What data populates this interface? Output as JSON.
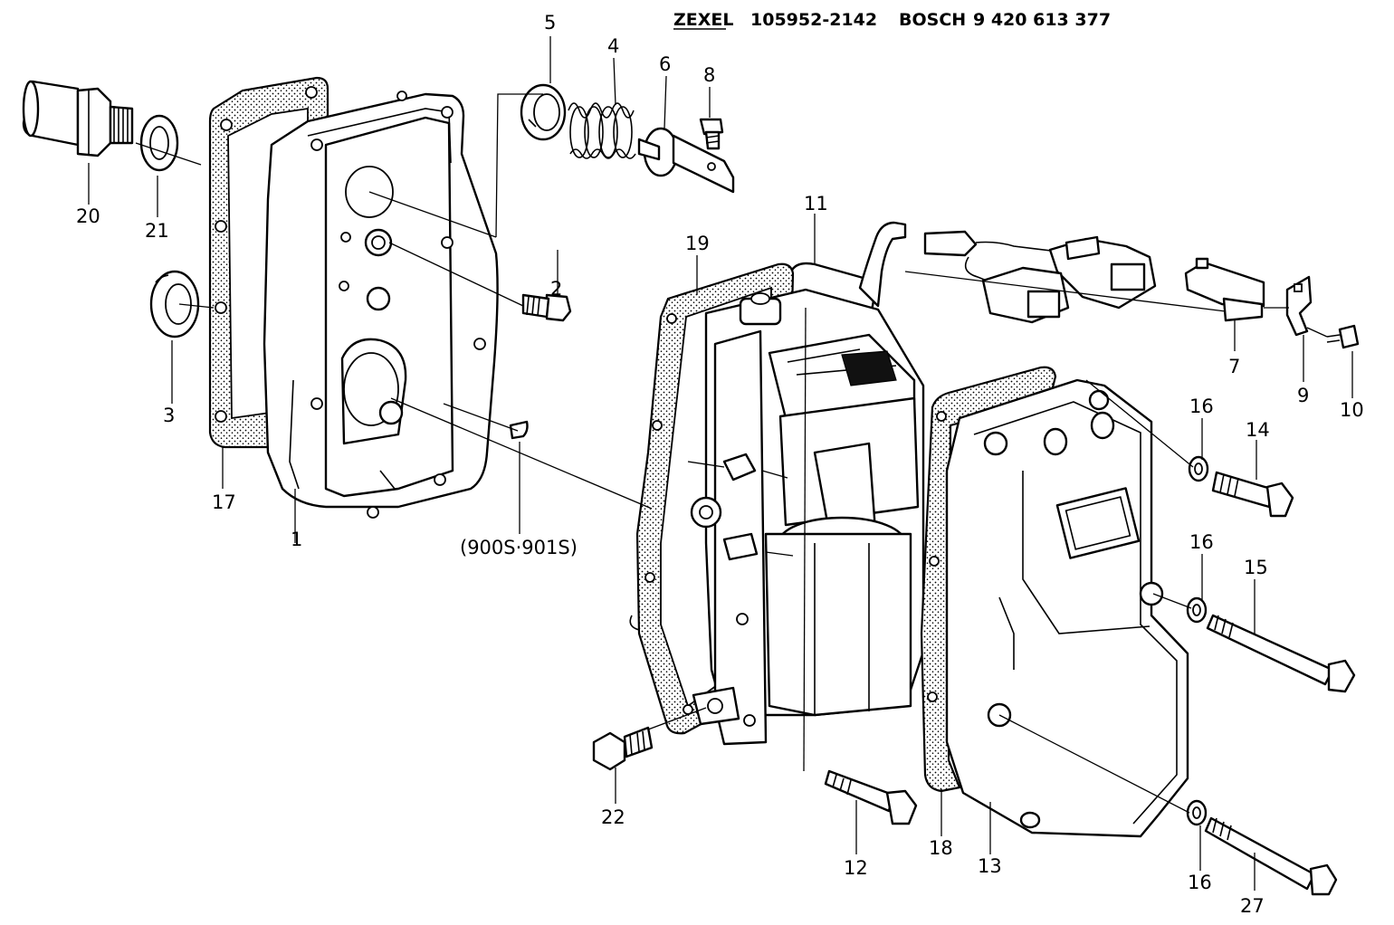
{
  "header": {
    "maker": "ZEXEL",
    "zexel_number": "105952-2142",
    "brand": "BOSCH",
    "bosch_number": "9 420 613 377"
  },
  "callouts": [
    {
      "id": "c1",
      "text": "1"
    },
    {
      "id": "c2",
      "text": "2"
    },
    {
      "id": "c3",
      "text": "3"
    },
    {
      "id": "c4",
      "text": "4"
    },
    {
      "id": "c5",
      "text": "5"
    },
    {
      "id": "c6",
      "text": "6"
    },
    {
      "id": "c7",
      "text": "7"
    },
    {
      "id": "c8",
      "text": "8"
    },
    {
      "id": "c9",
      "text": "9"
    },
    {
      "id": "c10",
      "text": "10"
    },
    {
      "id": "c11",
      "text": "11"
    },
    {
      "id": "c12",
      "text": "12"
    },
    {
      "id": "c13",
      "text": "13"
    },
    {
      "id": "c14",
      "text": "14"
    },
    {
      "id": "c15",
      "text": "15"
    },
    {
      "id": "c16a",
      "text": "16"
    },
    {
      "id": "c16b",
      "text": "16"
    },
    {
      "id": "c16c",
      "text": "16"
    },
    {
      "id": "c17",
      "text": "17"
    },
    {
      "id": "c18",
      "text": "18"
    },
    {
      "id": "c19",
      "text": "19"
    },
    {
      "id": "c20",
      "text": "20"
    },
    {
      "id": "c21",
      "text": "21"
    },
    {
      "id": "c22",
      "text": "22"
    },
    {
      "id": "c27",
      "text": "27"
    }
  ],
  "notes": {
    "variant": "(900S·901S)"
  }
}
